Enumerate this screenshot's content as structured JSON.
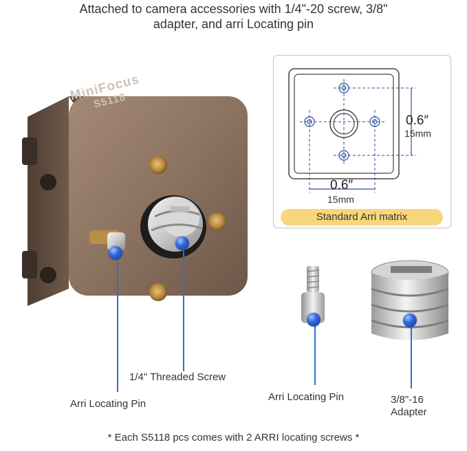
{
  "headline": {
    "line1": "Attached to camera accessories with 1/4\"-20 screw, 3/8\"",
    "line2": "adapter, and arri Locating pin"
  },
  "plate": {
    "brand": "MiniFocus",
    "model": "S5118"
  },
  "diagram": {
    "vertical_dim": "0.6″",
    "vertical_sub": "15mm",
    "horizontal_dim": "0.6″",
    "horizontal_sub": "15mm",
    "caption": "Standard Arri matrix"
  },
  "labels": {
    "threaded_screw": "1/4\" Threaded Screw",
    "arri_pin_left": "Arri Locating Pin",
    "arri_pin_right": "Arri Locating Pin",
    "adapter_line1": "3/8\"-16",
    "adapter_line2": "Adapter"
  },
  "footnote": "* Each S5118 pcs comes with 2 ARRI locating screws *",
  "colors": {
    "plate_bronze": "#8c7360",
    "caption_yellow": "#f7d77a",
    "pointer_blue": "#2a6fd6"
  }
}
